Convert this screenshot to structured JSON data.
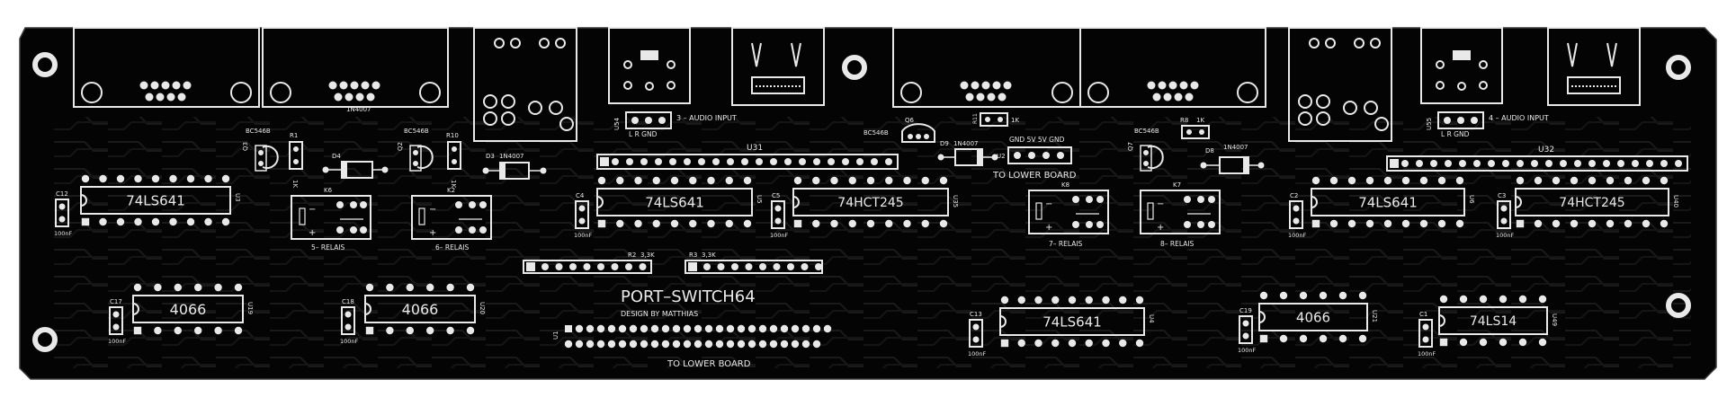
{
  "colors": {
    "board": "#040404",
    "silk": "#e9e9e9",
    "trace": "#1f1f1f",
    "background": "#ffffff"
  },
  "board": {
    "title": "PORT–SWITCH64",
    "subtitle": "DESIGN BY MATTHIAS"
  },
  "board_notes": {
    "to_lower_upper": "TO LOWER BOARD",
    "to_lower_bottom": "TO LOWER BOARD"
  },
  "chips": {
    "u3": {
      "label": "74LS641",
      "ref": "U3"
    },
    "u5": {
      "label": "74LS641",
      "ref": "U5"
    },
    "u35": {
      "label": "74HCT245",
      "ref": "U35"
    },
    "u6": {
      "label": "74LS641",
      "ref": "U6"
    },
    "u40": {
      "label": "74HCT245",
      "ref": "U40"
    },
    "u19": {
      "label": "4066",
      "ref": "U19"
    },
    "u20": {
      "label": "4066",
      "ref": "U20"
    },
    "u4": {
      "label": "74LS641",
      "ref": "U4"
    },
    "u21": {
      "label": "4066",
      "ref": "U21"
    },
    "u49": {
      "label": "74LS14",
      "ref": "U49"
    }
  },
  "caps": {
    "c12": {
      "ref": "C12",
      "value": "100nF"
    },
    "c4": {
      "ref": "C4",
      "value": "100nF"
    },
    "c5": {
      "ref": "C5",
      "value": "100nF"
    },
    "c2": {
      "ref": "C2",
      "value": "100nF"
    },
    "c3": {
      "ref": "C3",
      "value": "100nF"
    },
    "c17": {
      "ref": "C17",
      "value": "100nF"
    },
    "c18": {
      "ref": "C18",
      "value": "100nF"
    },
    "c13": {
      "ref": "C13",
      "value": "100nF"
    },
    "c19": {
      "ref": "C19",
      "value": "100nF"
    },
    "c1": {
      "ref": "C1",
      "value": "100nF"
    }
  },
  "relays": {
    "k6": {
      "ref": "K6",
      "label": "5– RELAIS"
    },
    "k2": {
      "ref": "K2",
      "label": "6– RELAIS"
    },
    "k8": {
      "ref": "K8",
      "label": "7– RELAIS"
    },
    "k7": {
      "ref": "K7",
      "label": "8– RELAIS"
    }
  },
  "transistors": {
    "q3": {
      "ref": "Q3",
      "part": "BC546B"
    },
    "q2": {
      "ref": "Q2",
      "part": "BC546B"
    },
    "q6": {
      "ref": "Q6",
      "part": "BC546B"
    },
    "q7": {
      "ref": "Q7",
      "part": "BC546B"
    }
  },
  "resistors": {
    "r1": {
      "ref": "R1",
      "value": "1K"
    },
    "r10": {
      "ref": "R10",
      "value": "1K"
    },
    "r8": {
      "ref": "R8",
      "value": "1K"
    },
    "r11": {
      "ref": "R11",
      "value": "1K"
    },
    "r2": {
      "ref": "R2",
      "value": "3,3K"
    },
    "r3": {
      "ref": "R3",
      "value": "3,3K"
    }
  },
  "diodes": {
    "d4": {
      "ref": "D4",
      "part": "1N4007"
    },
    "d3": {
      "ref": "D3",
      "part": "1N4007"
    },
    "d9": {
      "ref": "D9",
      "part": "1N4007"
    },
    "d8": {
      "ref": "D8",
      "part": "1N4007"
    }
  },
  "headers": {
    "u31": {
      "ref": "U31"
    },
    "u32": {
      "ref": "U32"
    },
    "u1": {
      "ref": "U1"
    },
    "u2": {
      "ref": "U2",
      "label": "GND 5V 5V GND"
    },
    "u54": {
      "ref": "U54",
      "label": "3 – AUDIO INPUT",
      "pins": "L  R  GND"
    },
    "u55": {
      "ref": "U55",
      "label": "4 – AUDIO INPUT",
      "pins": "L  R  GND"
    }
  }
}
